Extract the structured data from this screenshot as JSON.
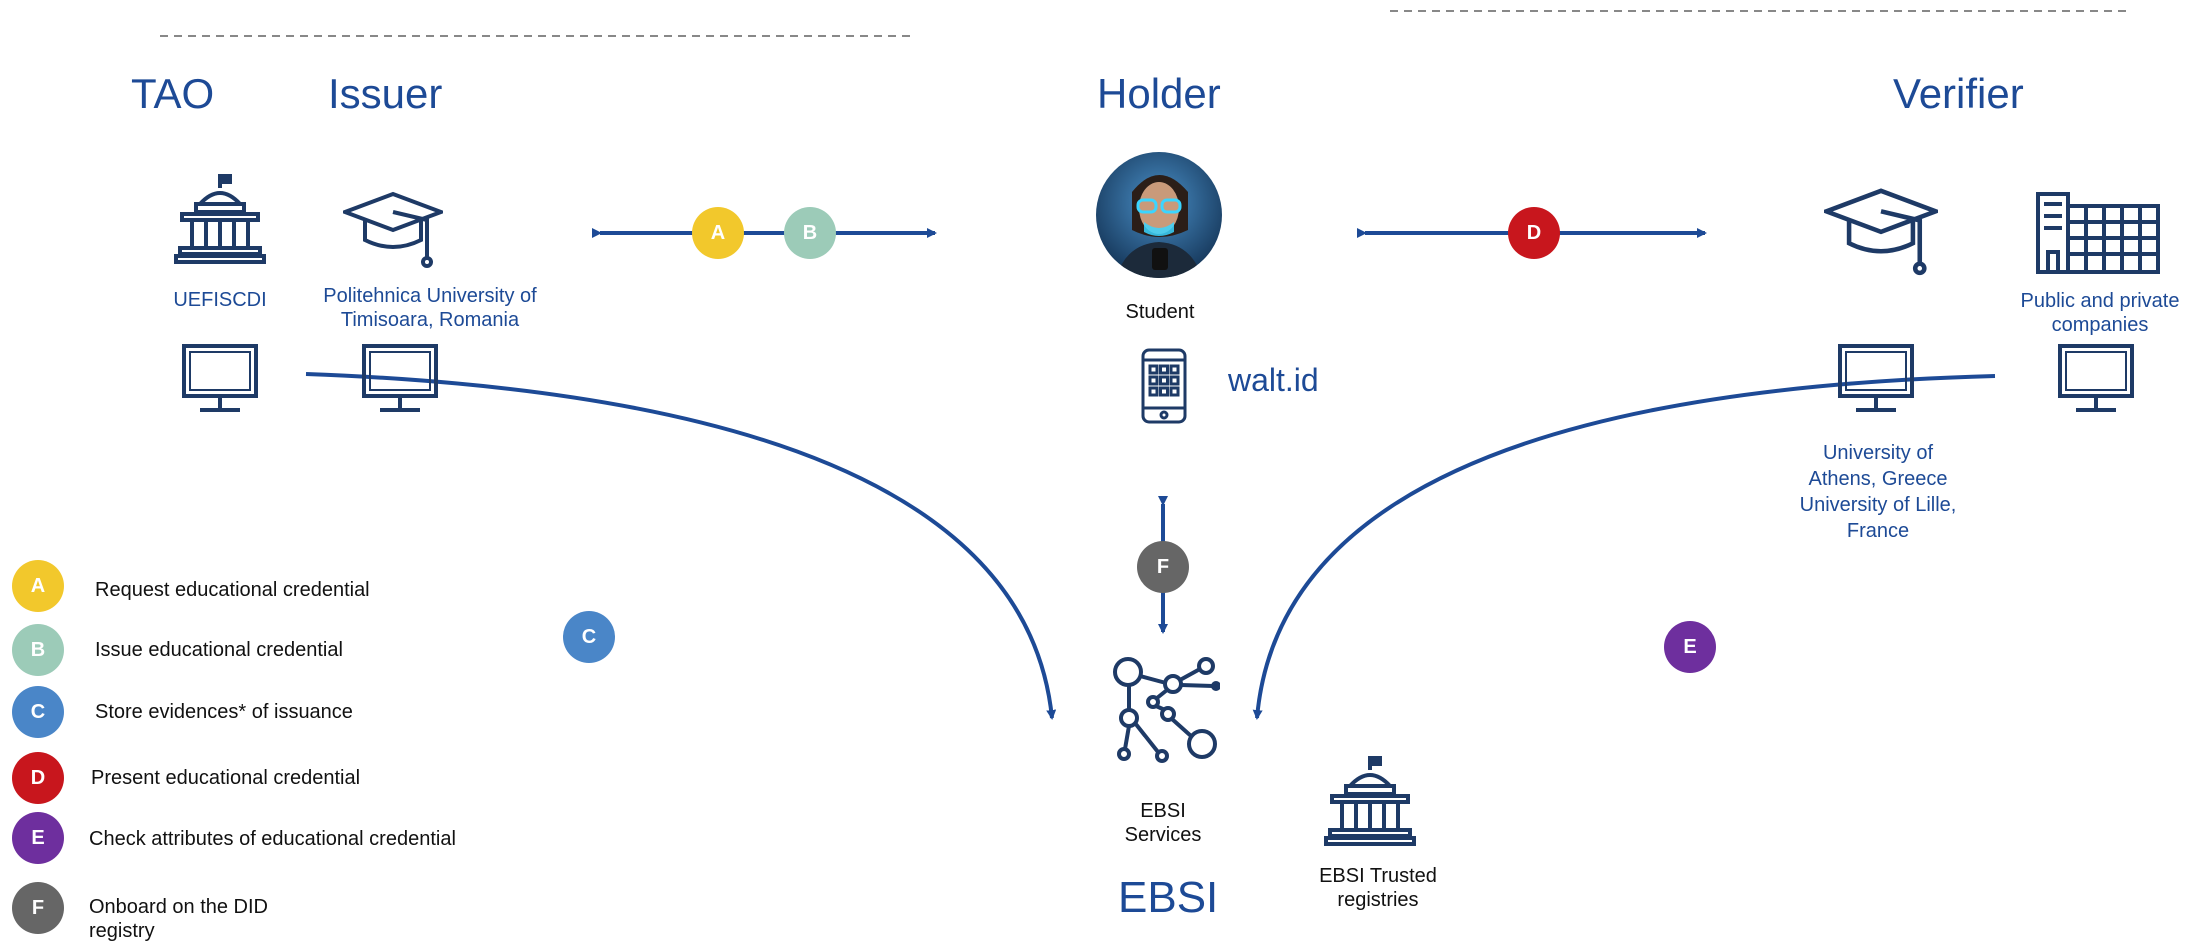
{
  "headings": {
    "tao": "TAO",
    "issuer": "Issuer",
    "holder": "Holder",
    "verifier": "Verifier",
    "ebsi": "EBSI"
  },
  "labels": {
    "uefiscdi": "UEFISCDI",
    "politehnica_line1": "Politehnica University of",
    "politehnica_line2": "Timisoara, Romania",
    "student": "Student",
    "walt_id": "walt.id",
    "public_private_line1": "Public and private",
    "public_private_line2": "companies",
    "univ_line1": "University of",
    "univ_line2": "Athens, Greece",
    "univ_line3": "University of Lille,",
    "univ_line4": "France",
    "ebsi_services_line1": "EBSI",
    "ebsi_services_line2": "Services",
    "ebsi_trusted_line1": "EBSI Trusted",
    "ebsi_trusted_line2": "registries"
  },
  "badges": {
    "a": "A",
    "b": "B",
    "c": "C",
    "d": "D",
    "e": "E",
    "f": "F"
  },
  "legend": [
    {
      "letter": "A",
      "text": "Request educational credential",
      "color": "#f2c82c"
    },
    {
      "letter": "B",
      "text": "Issue educational credential",
      "color": "#9ccbb8"
    },
    {
      "letter": "C",
      "text": "Store evidences* of issuance",
      "color": "#4a86c8"
    },
    {
      "letter": "D",
      "text": "Present educational credential",
      "color": "#c8161d"
    },
    {
      "letter": "E",
      "text": "Check attributes of educational credential",
      "color": "#6e2f9e"
    },
    {
      "letter": "F",
      "text": "Onboard on the DID registry",
      "color": "#666666"
    }
  ],
  "colors": {
    "primary": "#1d4a96",
    "icon": "#1e3a66",
    "a": "#f2c82c",
    "b": "#9ccbb8",
    "c": "#4a86c8",
    "d": "#c8161d",
    "e": "#6e2f9e",
    "f": "#666666"
  }
}
